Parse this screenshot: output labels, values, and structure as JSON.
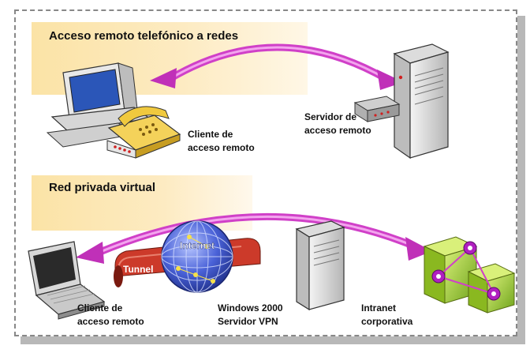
{
  "sections": {
    "top_title": "Acceso remoto telefónico a redes",
    "bottom_title": "Red privada virtual"
  },
  "labels": {
    "top_client": [
      "Cliente de",
      "acceso remoto"
    ],
    "top_server": [
      "Servidor de",
      "acceso remoto"
    ],
    "bottom_client": [
      "Cliente de",
      "acceso remoto"
    ],
    "vpn_server": [
      "Windows 2000",
      "Servidor VPN"
    ],
    "intranet": [
      "Intranet",
      "corporativa"
    ],
    "internet": "Internet",
    "tunnel": "Tunnel"
  },
  "colors": {
    "accent_arrow": "#d040c8",
    "tunnel": "#cc3a2a",
    "band": "#fbe3a6",
    "globe": "#3c55c8",
    "cube": "#9ccc2a"
  },
  "icons": [
    "desktop-computer-icon",
    "telephone-icon",
    "modem-icon",
    "server-tower-icon",
    "laptop-icon",
    "globe-icon",
    "tunnel-icon",
    "network-cube-icon"
  ]
}
